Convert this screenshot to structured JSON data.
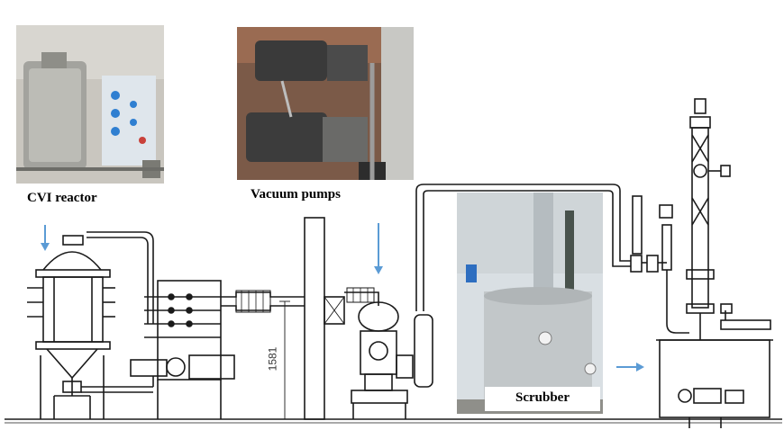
{
  "labels": {
    "cvi_reactor": "CVI reactor",
    "vacuum_pumps": "Vacuum pumps",
    "scrubber": "Scrubber",
    "dimension": "1581"
  },
  "colors": {
    "arrow": "#5b9bd5",
    "line": "#1a1a1a"
  },
  "photos": [
    {
      "name": "cvi-reactor-photo",
      "content": "stainless steel CVI reactor with blue valves"
    },
    {
      "name": "vacuum-pumps-photo",
      "content": "vacuum pump units with motors"
    },
    {
      "name": "scrubber-photo",
      "content": "scrubber tank with vertical pipe"
    }
  ]
}
